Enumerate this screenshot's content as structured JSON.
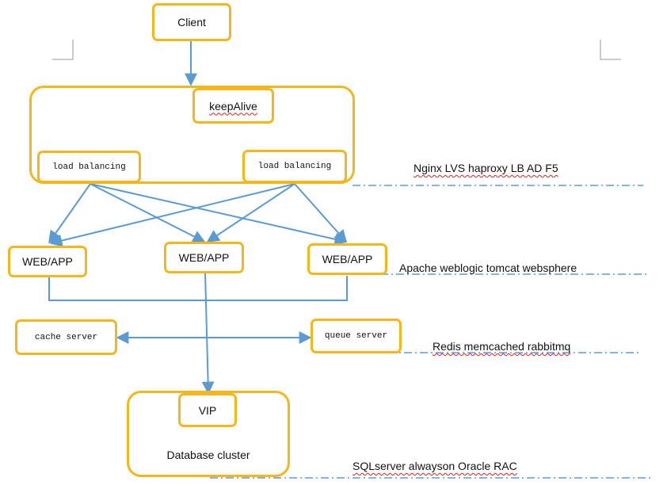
{
  "nodes": {
    "client": "Client",
    "keepalive": "keepAlive",
    "lb_left": "load balancing",
    "lb_right": "load balancing",
    "web_left": "WEB/APP",
    "web_mid": "WEB/APP",
    "web_right": "WEB/APP",
    "cache": "cache server",
    "queue": "queue server",
    "vip": "VIP",
    "database": "Database cluster"
  },
  "tier_labels": {
    "lb_tier": "Nginx LVS haproxy LB AD F5",
    "web_tier": "Apache weblogic tomcat websphere",
    "cache_tier": "Redis memcached rabbitmq",
    "db_tier": "SQLserver alwayson Oracle RAC"
  },
  "colors": {
    "box_border": "#f5b619",
    "connector": "#5b9bd5"
  }
}
